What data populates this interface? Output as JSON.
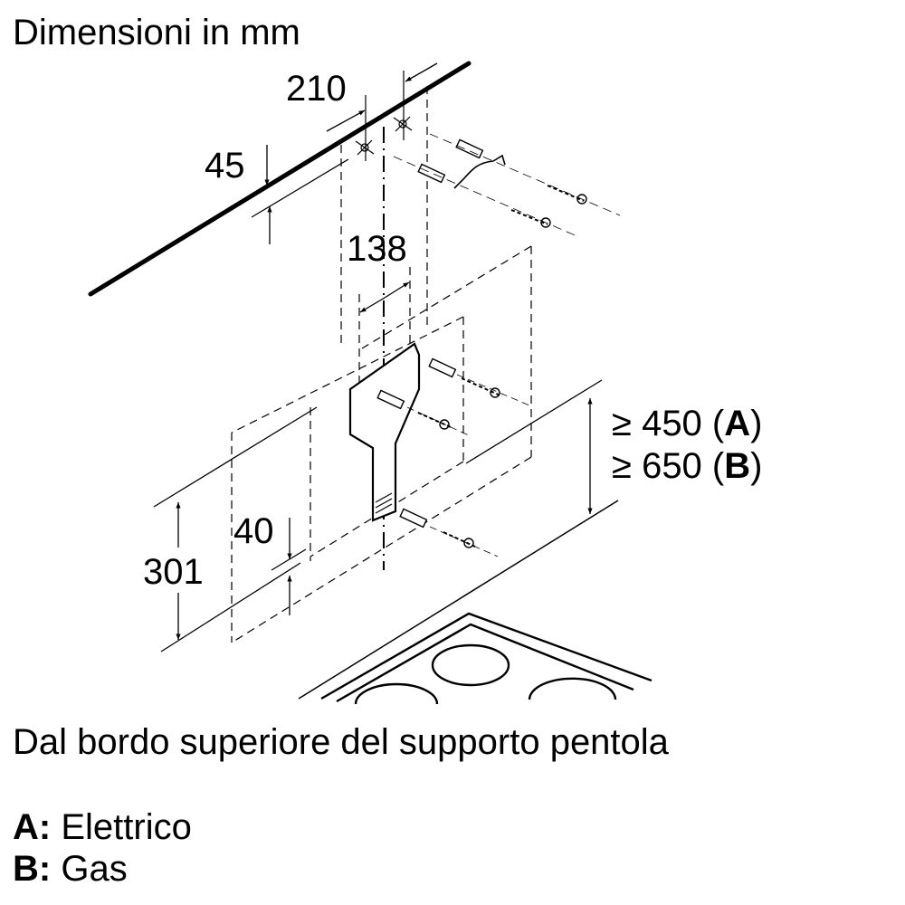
{
  "title": "Dimensioni in mm",
  "dimensions": {
    "d210": "210",
    "d45": "45",
    "d138": "138",
    "d301": "301",
    "d40": "40",
    "height_a_prefix": "≥ 450 (",
    "height_a_letter": "A",
    "height_a_suffix": ")",
    "height_b_prefix": "≥ 650 (",
    "height_b_letter": "B",
    "height_b_suffix": ")"
  },
  "note": "Dal bordo superiore del supporto pentola",
  "legend": [
    {
      "key": "A:",
      "label": "Elettrico"
    },
    {
      "key": "B:",
      "label": "Gas"
    }
  ]
}
